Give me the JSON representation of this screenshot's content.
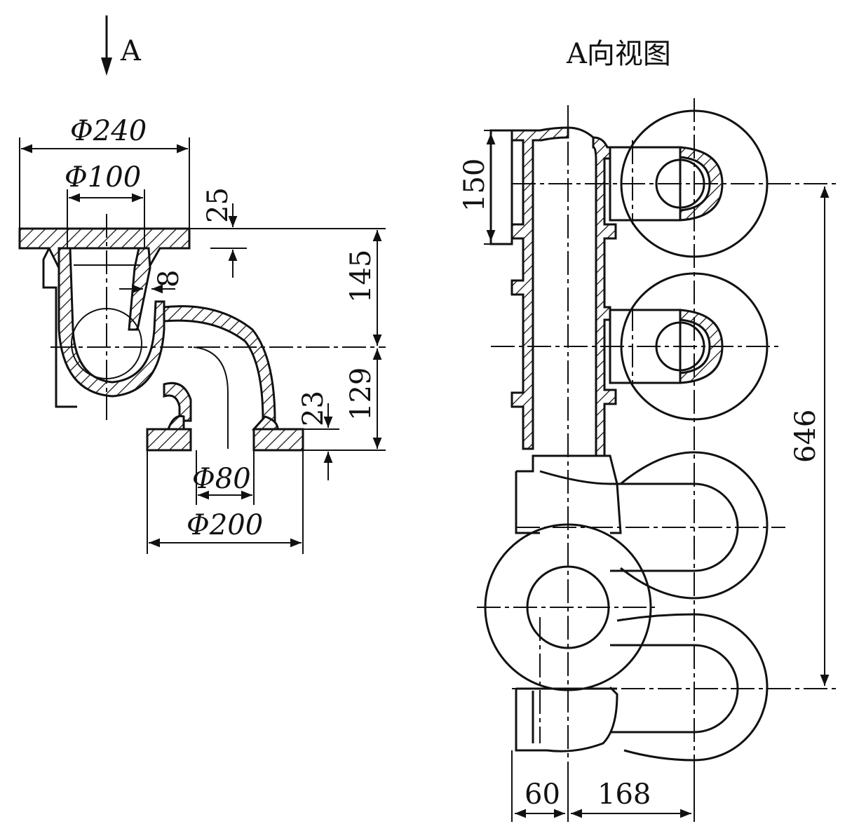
{
  "labels": {
    "arrow_letter": "A",
    "view_title": "A向视图"
  },
  "dimensions": {
    "d240": "Φ240",
    "d100": "Φ100",
    "d80": "Φ80",
    "d200": "Φ200",
    "h25": "25",
    "h145": "145",
    "h129": "129",
    "h23": "23",
    "t8": "8",
    "h150": "150",
    "h646": "646",
    "w60": "60",
    "w168": "168"
  }
}
